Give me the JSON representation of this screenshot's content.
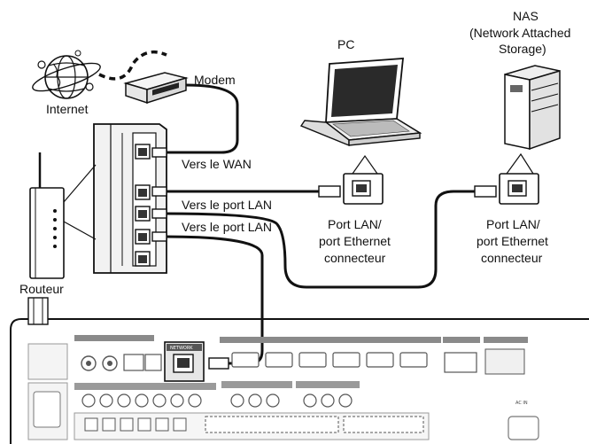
{
  "labels": {
    "internet": "Internet",
    "modem": "Modem",
    "pc": "PC",
    "nas_line1": "NAS",
    "nas_line2": "(Network Attached",
    "nas_line3": "Storage)",
    "wan": "Vers le WAN",
    "lan1": "Vers le port LAN",
    "lan2": "Vers le port LAN",
    "pc_port_line1": "Port LAN/",
    "pc_port_line2": "port Ethernet",
    "pc_port_line3": "connecteur",
    "nas_port_line1": "Port LAN/",
    "nas_port_line2": "port Ethernet",
    "nas_port_line3": "connecteur",
    "router": "Routeur",
    "network_jack": "NETWORK",
    "ac_in": "AC IN"
  },
  "colors": {
    "ink": "#111111",
    "panel": "#f2f2f2",
    "panel_dark": "#9c9c9c",
    "receiver_bg": "#ffffff"
  }
}
